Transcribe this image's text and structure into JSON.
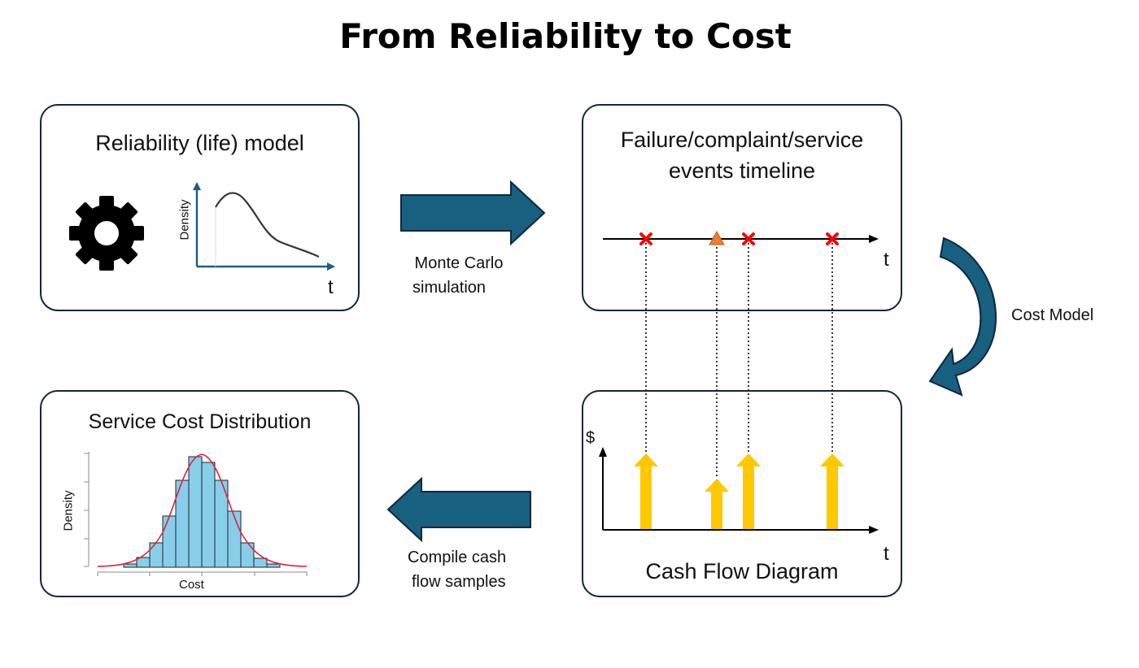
{
  "title": "From Reliability to Cost",
  "boxes": {
    "reliability": {
      "title": "Reliability (life) model",
      "ylabel": "Density",
      "xlabel": "t",
      "icon": "gear-icon"
    },
    "events": {
      "title_line1": "Failure/complaint/service",
      "title_line2": "events timeline",
      "xlabel": "t"
    },
    "cashflow": {
      "title": "Cash Flow Diagram",
      "ylabel": "$",
      "xlabel": "t"
    },
    "distribution": {
      "title": "Service Cost Distribution",
      "ylabel": "Density",
      "xlabel": "Cost"
    }
  },
  "arrows": {
    "monte_carlo": {
      "line1": "Monte Carlo",
      "line2": "simulation"
    },
    "cost_model": {
      "label": "Cost Model"
    },
    "compile": {
      "line1": "Compile cash",
      "line2": "flow samples"
    }
  },
  "events": [
    {
      "type": "failure",
      "marker": "x"
    },
    {
      "type": "complaint",
      "marker": "triangle"
    },
    {
      "type": "failure",
      "marker": "x"
    },
    {
      "type": "failure",
      "marker": "x"
    }
  ],
  "cash_flows": [
    {
      "event": 1,
      "relative_cost": "high"
    },
    {
      "event": 2,
      "relative_cost": "low"
    },
    {
      "event": 3,
      "relative_cost": "high"
    },
    {
      "event": 4,
      "relative_cost": "high"
    }
  ],
  "colors": {
    "box_border": "#0f2640",
    "arrow_fill": "#17607f",
    "failure_marker": "#ff0000",
    "complaint_marker": "#ed7d31",
    "cash_arrow": "#ffc800",
    "histogram_fill": "#87ceeb",
    "density_curve": "#e0203a"
  }
}
